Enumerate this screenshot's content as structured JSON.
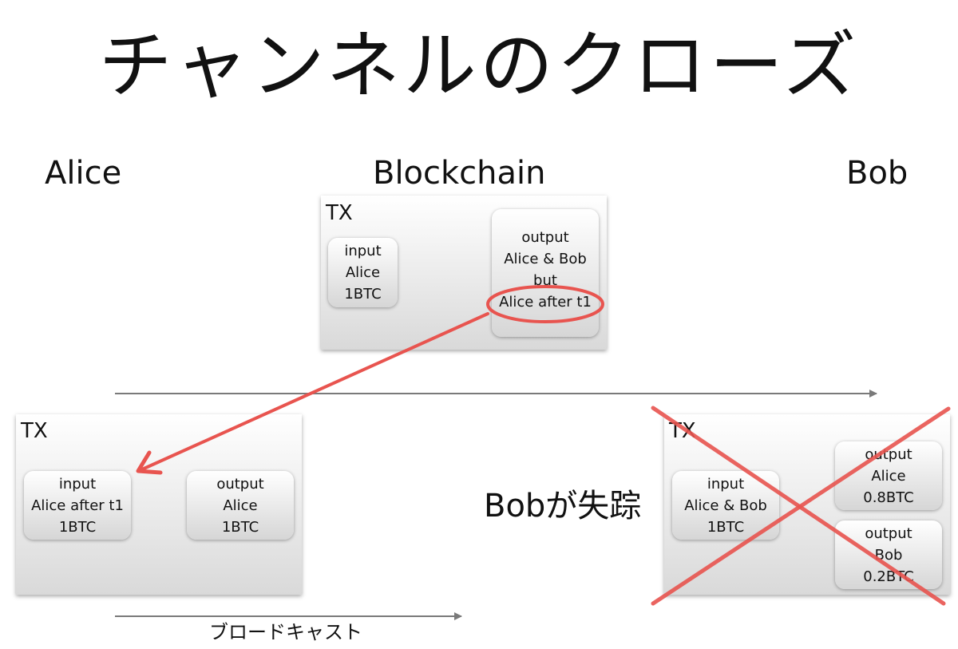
{
  "title": "チャンネルのクローズ",
  "parties": {
    "alice": "Alice",
    "blockchain": "Blockchain",
    "bob": "Bob"
  },
  "blockchain_tx": {
    "label": "TX",
    "input": {
      "line1": "input",
      "line2": "Alice",
      "line3": "1BTC"
    },
    "output": {
      "line1": "output",
      "line2": "Alice & Bob",
      "line3": "but",
      "line4": "Alice after t1"
    }
  },
  "alice_tx": {
    "label": "TX",
    "input": {
      "line1": "input",
      "line2": "Alice after t1",
      "line3": "1BTC"
    },
    "output": {
      "line1": "output",
      "line2": "Alice",
      "line3": "1BTC"
    }
  },
  "bob_tx": {
    "label": "TX",
    "input": {
      "line1": "input",
      "line2": "Alice & Bob",
      "line3": "1BTC"
    },
    "output1": {
      "line1": "output",
      "line2": "Alice",
      "line3": "0.8BTC"
    },
    "output2": {
      "line1": "output",
      "line2": "Bob",
      "line3": "0.2BTC"
    }
  },
  "bob_lost": "Bobが失踪",
  "broadcast": "ブロードキャスト",
  "colors": {
    "annotation": "#e8544f",
    "timeline": "#7a7a7a"
  }
}
